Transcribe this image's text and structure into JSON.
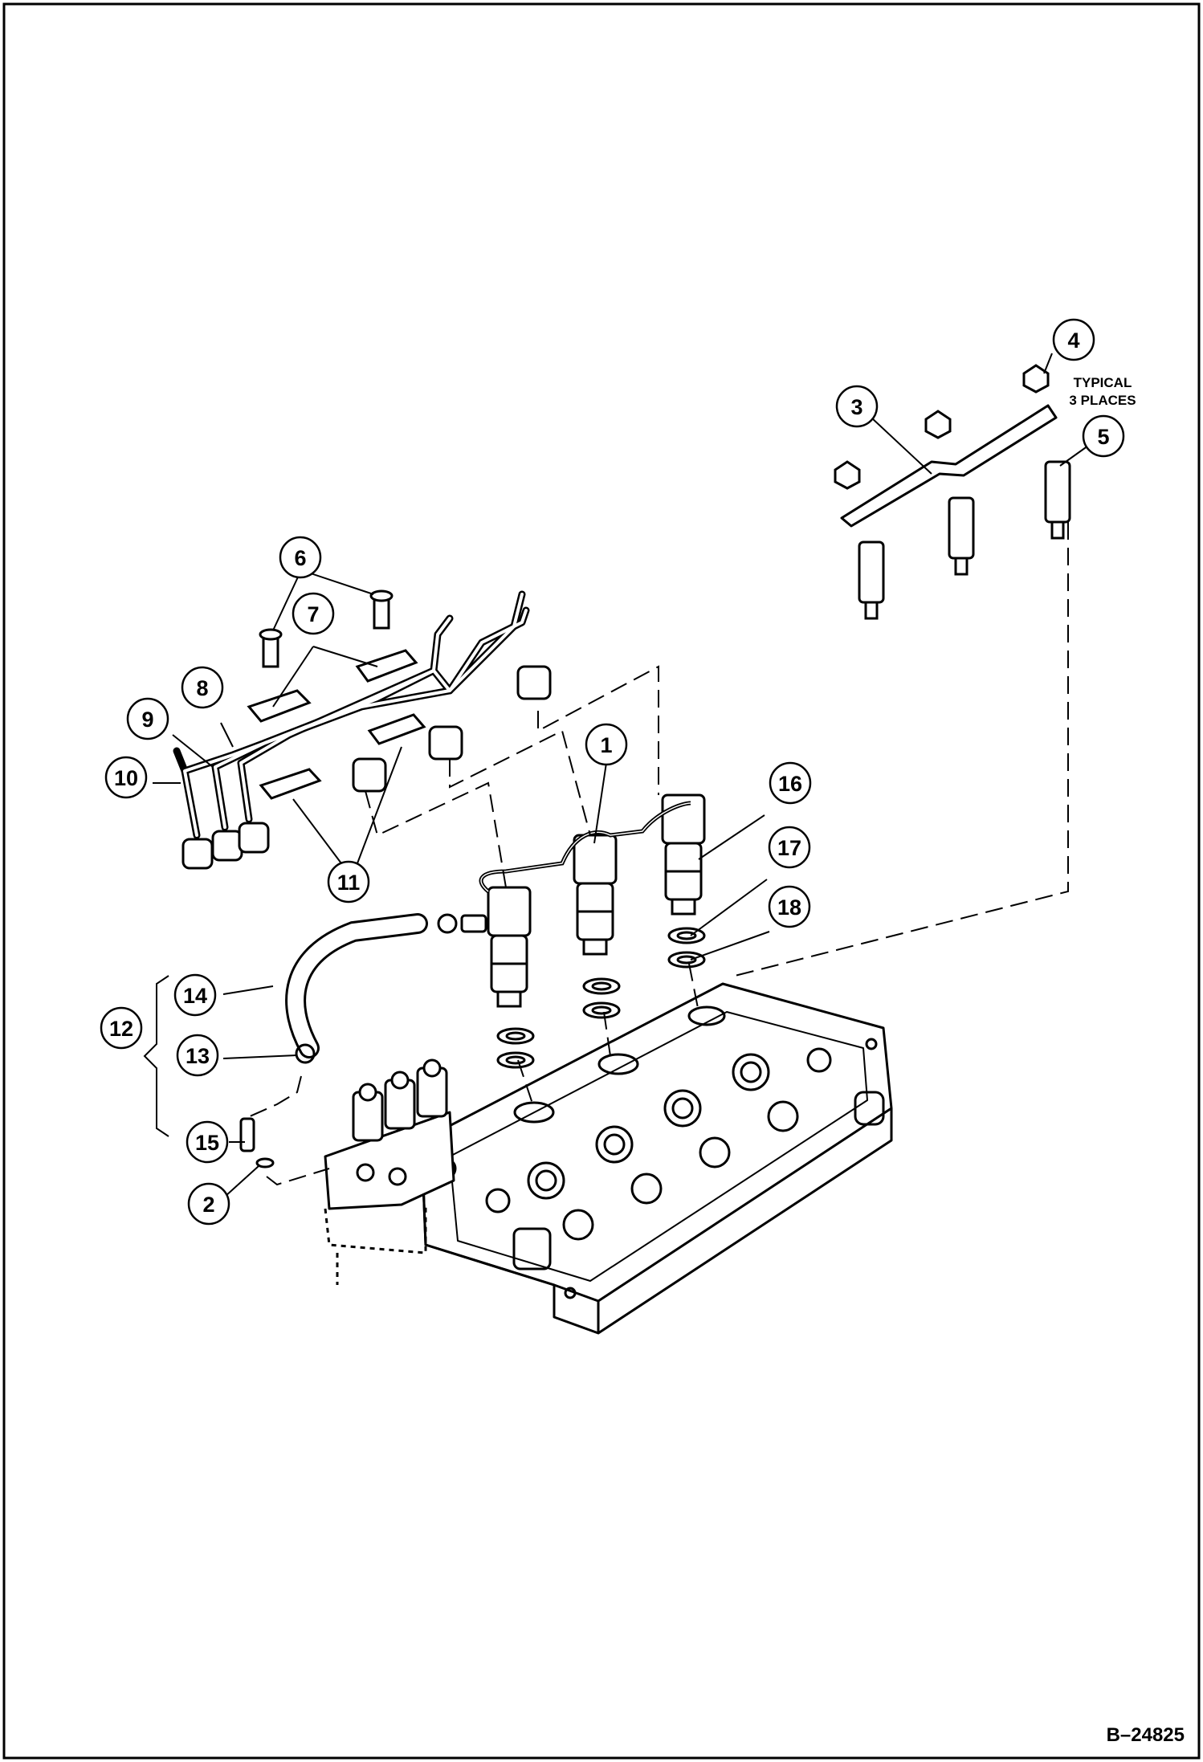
{
  "figure_id": "B–24825",
  "note": {
    "line1": "TYPICAL",
    "line2": "3 PLACES"
  },
  "callouts": {
    "c1": "1",
    "c2": "2",
    "c3": "3",
    "c4": "4",
    "c5": "5",
    "c6": "6",
    "c7": "7",
    "c8": "8",
    "c9": "9",
    "c10": "10",
    "c11": "11",
    "c12": "12",
    "c13": "13",
    "c14": "14",
    "c15": "15",
    "c16": "16",
    "c17": "17",
    "c18": "18"
  }
}
